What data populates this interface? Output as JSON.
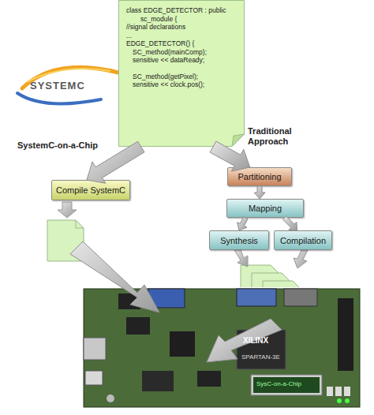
{
  "diagram": {
    "nodes": [
      {
        "text": [
          "class EDGE_DETECTOR : public",
          "sc_module {",
          "//signal declarations",
          "...",
          "EDGE_DETECTOR() {",
          "SC_method(mainComp);",
          "sensitive << dataReady;",
          "SC_method(getPixel);",
          "sensitive << clock.pos();"
        ]
      },
      {
        "text": [
          "Compile SystemC"
        ]
      },
      {
        "text": [
          "Partitioning"
        ]
      },
      {
        "text": [
          "Mapping"
        ]
      },
      {
        "text": [
          "Synthesis"
        ]
      },
      {
        "text": [
          "Compilation"
        ]
      }
    ],
    "edges": [
      {
        "from": 0,
        "to": 1,
        "arrow": "to",
        "label": "SystemC-on-a-Chip"
      },
      {
        "from": 0,
        "to": 2,
        "arrow": "to",
        "label": "Traditional Approach"
      },
      {
        "from": 2,
        "to": 3,
        "arrow": "to"
      },
      {
        "from": 3,
        "to": 4,
        "arrow": "to"
      },
      {
        "from": 3,
        "to": 5,
        "arrow": "to"
      }
    ],
    "labels": [
      "SYSTEMC",
      "SysC-on-a-Chip",
      "XILINX",
      "SPARTAN-3E"
    ]
  }
}
